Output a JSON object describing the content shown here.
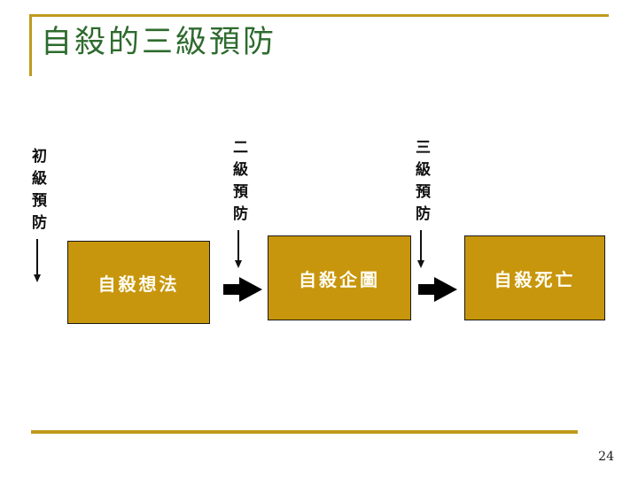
{
  "slide": {
    "title": "自殺的三級預防",
    "page_number": "24",
    "accent_color": "#bf9b1d",
    "title_color": "#2e6b2e",
    "box_fill_color": "#c8960c",
    "box_text_color": "#fffdf4",
    "arrow_color": "#000000"
  },
  "diagram": {
    "levels": [
      {
        "label": "初級預防",
        "icon": "down-arrow-icon"
      },
      {
        "label": "二級預防",
        "icon": "down-arrow-icon"
      },
      {
        "label": "三級預防",
        "icon": "down-arrow-icon"
      }
    ],
    "stages": [
      {
        "label": "自殺想法"
      },
      {
        "label": "自殺企圖"
      },
      {
        "label": "自殺死亡"
      }
    ],
    "connectors": [
      {
        "icon": "right-block-arrow-icon"
      },
      {
        "icon": "right-block-arrow-icon"
      }
    ]
  }
}
